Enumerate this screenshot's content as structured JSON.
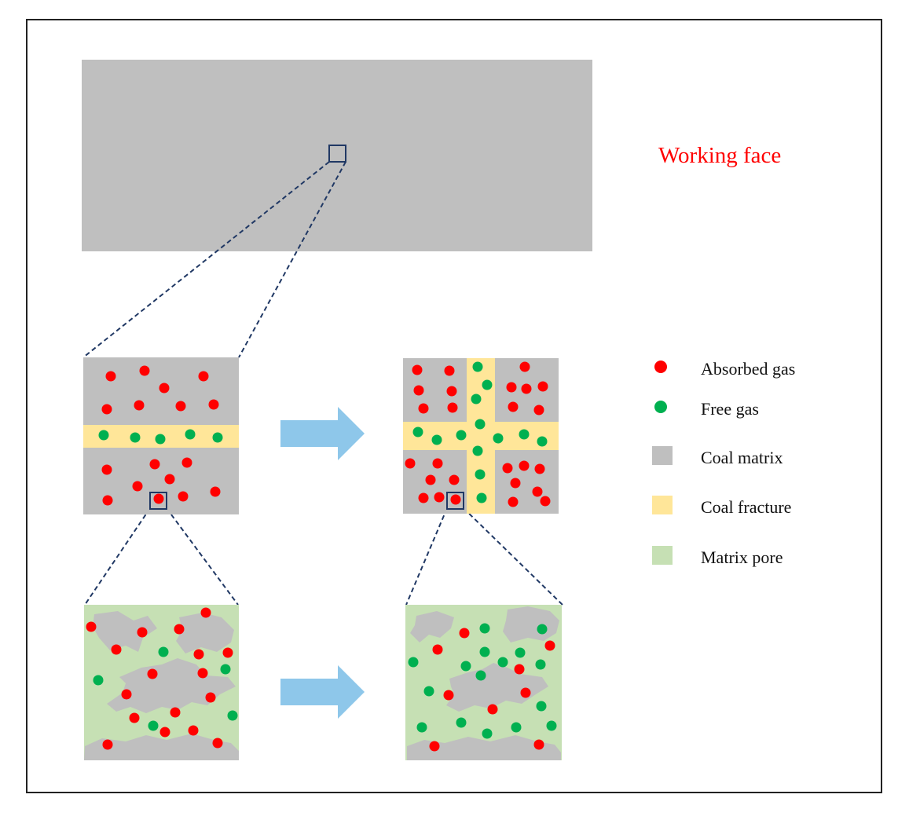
{
  "title": "Working face",
  "title_color": "#ff0000",
  "colors": {
    "absorbed": "#ff0000",
    "free": "#00b050",
    "coal_matrix": "#bfbfbf",
    "coal_fracture": "#ffe699",
    "matrix_pore": "#c6e0b4",
    "arrow": "#8ec7ea",
    "dash": "#203864"
  },
  "legend": [
    {
      "label": "Absorbed gas",
      "kind": "dot",
      "color_key": "absorbed"
    },
    {
      "label": "Free gas",
      "kind": "dot",
      "color_key": "free"
    },
    {
      "label": "Coal matrix",
      "kind": "square",
      "color_key": "coal_matrix"
    },
    {
      "label": "Coal fracture",
      "kind": "square",
      "color_key": "coal_fracture"
    },
    {
      "label": "Matrix pore",
      "kind": "square",
      "color_key": "matrix_pore"
    }
  ]
}
